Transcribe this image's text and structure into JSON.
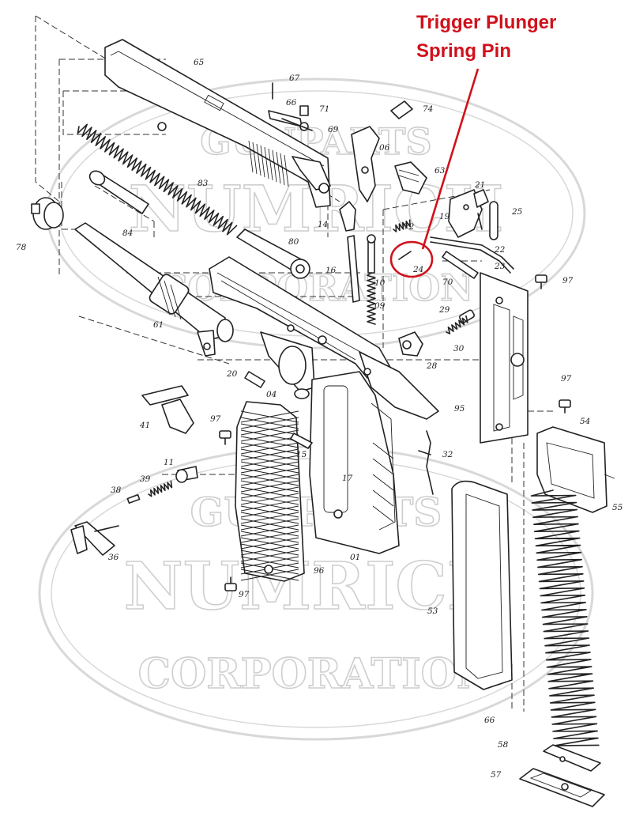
{
  "callout": {
    "line1": "Trigger Plunger",
    "line2": "Spring Pin",
    "color": "#d0111b",
    "part_number": "24"
  },
  "watermark": {
    "brand_top": "GUNPARTS",
    "brand_main": "NUMRICH",
    "brand_bottom": "CORPORATION"
  },
  "parts": [
    "65",
    "67",
    "66",
    "71",
    "74",
    "69",
    "06",
    "63",
    "83",
    "84",
    "78",
    "21",
    "19",
    "25",
    "72",
    "22",
    "14",
    "80",
    "16",
    "23",
    "10",
    "24",
    "70",
    "97",
    "09",
    "29",
    "61",
    "30",
    "28",
    "20",
    "04",
    "95",
    "97",
    "41",
    "97",
    "54",
    "15",
    "32",
    "55",
    "11",
    "39",
    "17",
    "38",
    "36",
    "01",
    "53",
    "96",
    "97",
    "66",
    "58",
    "57"
  ]
}
